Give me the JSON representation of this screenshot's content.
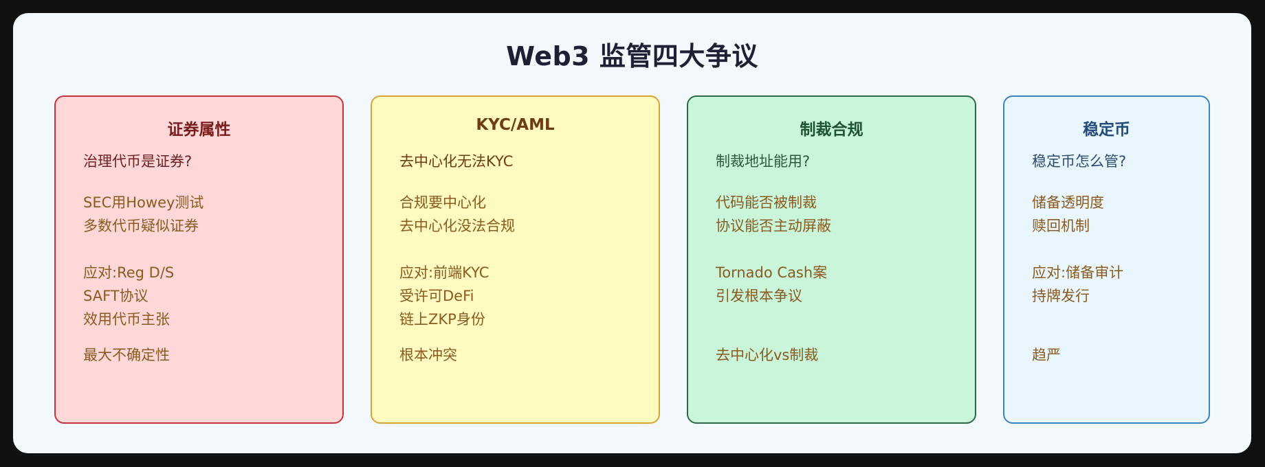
{
  "title": "Web3 监管四大争议",
  "cards": [
    {
      "title": "证券属性",
      "question": "治理代币是证券?",
      "points": [
        "SEC用Howey测试",
        "多数代币疑似证券"
      ],
      "responses": [
        "应对:Reg D/S",
        "SAFT协议",
        "效用代币主张"
      ],
      "conclusion": "最大不确定性",
      "colors": {
        "bg": "#fed8d8",
        "border": "#c6343a",
        "title": "#7a1c1c",
        "question": "#6e2020",
        "text": "#8a5a1e"
      }
    },
    {
      "title": "KYC/AML",
      "question": "去中心化无法KYC",
      "points": [
        "合规要中心化",
        "去中心化没法合规"
      ],
      "responses": [
        "应对:前端KYC",
        "受许可DeFi",
        "链上ZKP身份"
      ],
      "conclusion": "根本冲突",
      "colors": {
        "bg": "#fefac0",
        "border": "#d9a433",
        "title": "#6e3c12",
        "question": "#6e3a16",
        "text": "#8a5a1e"
      }
    },
    {
      "title": "制裁合规",
      "question": "制裁地址能用?",
      "points": [
        "代码能否被制裁",
        "协议能否主动屏蔽"
      ],
      "responses": [
        "Tornado Cash案",
        "引发根本争议"
      ],
      "conclusion": "去中心化vs制裁",
      "colors": {
        "bg": "#c9f6da",
        "border": "#2a6a44",
        "title": "#1d5533",
        "question": "#2d5a3a",
        "text": "#8a5a1e"
      }
    },
    {
      "title": "稳定币",
      "question": "稳定币怎么管?",
      "points": [
        "储备透明度",
        "赎回机制"
      ],
      "responses": [
        "应对:储备审计",
        "持牌发行"
      ],
      "conclusion": "趋严",
      "colors": {
        "bg": "#eaf6fe",
        "border": "#3a84c0",
        "title": "#234a7a",
        "question": "#2d4a6e",
        "text": "#8a5a1e"
      }
    }
  ]
}
